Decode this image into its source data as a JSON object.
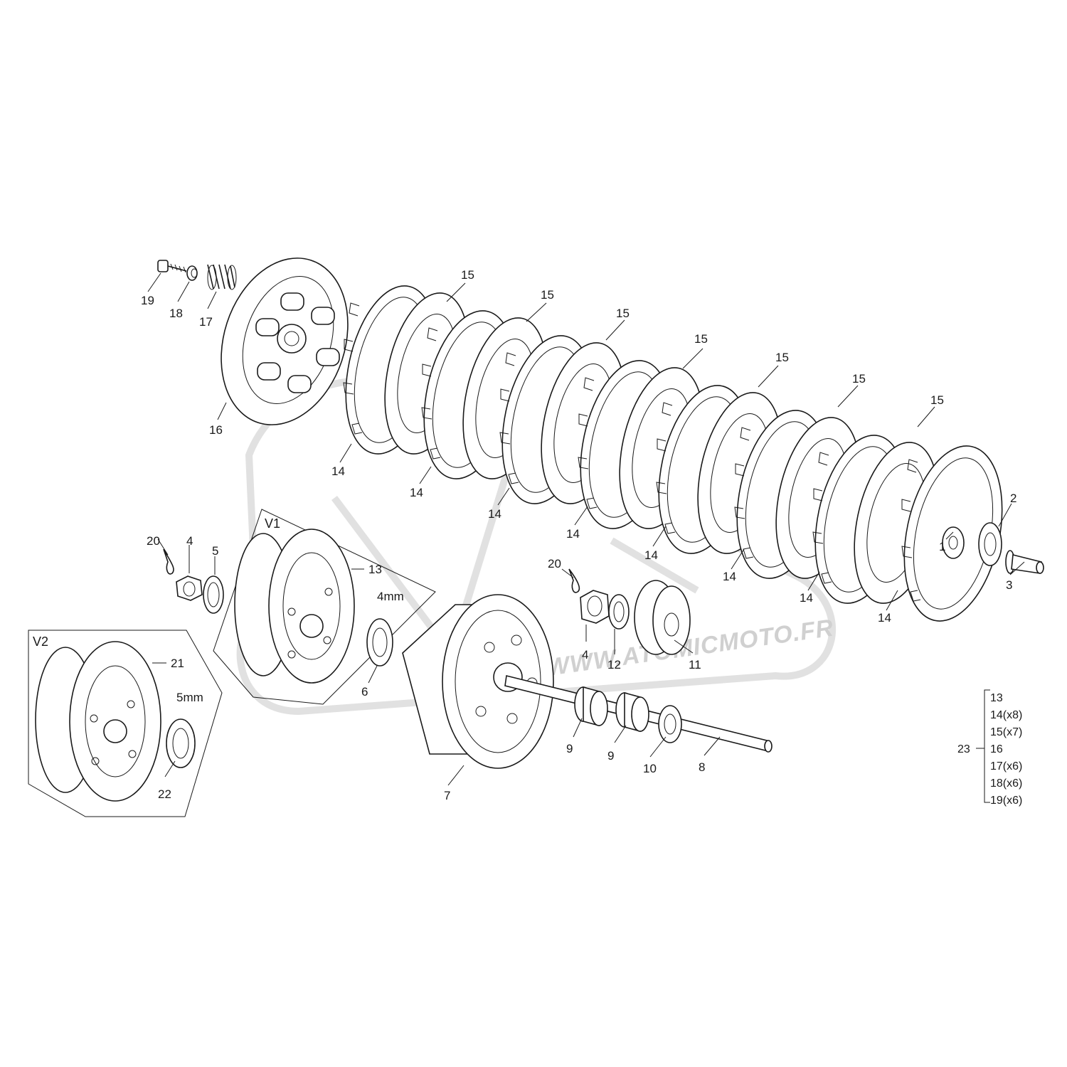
{
  "watermark": {
    "text": "WWW.ATOMICMOTO.FR"
  },
  "insets": {
    "v1_title": "V1",
    "v2_title": "V2",
    "v1_dim": "4mm",
    "v2_dim": "5mm"
  },
  "callouts": {
    "c1": "1",
    "c2": "2",
    "c3": "3",
    "c4a": "4",
    "c4b": "4",
    "c5": "5",
    "c6": "6",
    "c7": "7",
    "c8": "8",
    "c9a": "9",
    "c9b": "9",
    "c10": "10",
    "c11": "11",
    "c12": "12",
    "c13": "13",
    "c14": [
      "14",
      "14",
      "14",
      "14",
      "14",
      "14",
      "14",
      "14"
    ],
    "c15": [
      "15",
      "15",
      "15",
      "15",
      "15",
      "15",
      "15"
    ],
    "c16": "16",
    "c17": "17",
    "c18": "18",
    "c19": "19",
    "c20a": "20",
    "c20b": "20",
    "c21": "21",
    "c22": "22"
  },
  "kit": {
    "label": "23",
    "items": [
      "13",
      "14(x8)",
      "15(x7)",
      "16",
      "17(x6)",
      "18(x6)",
      "19(x6)"
    ]
  }
}
